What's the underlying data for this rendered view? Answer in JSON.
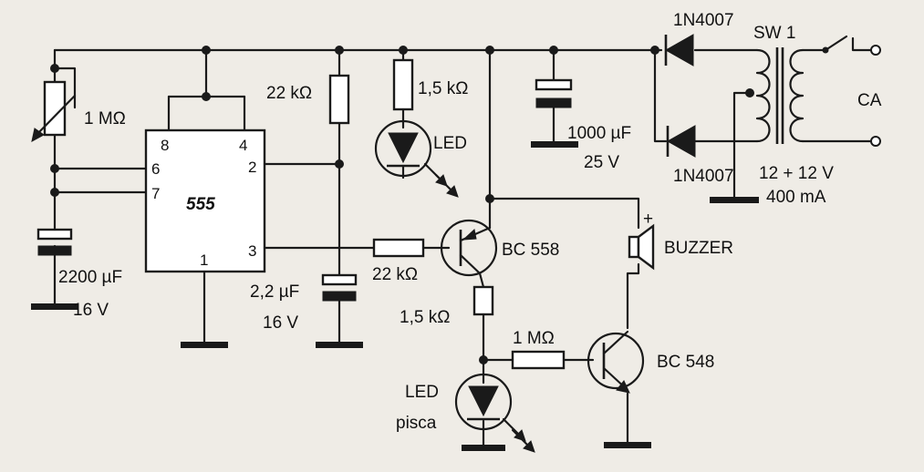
{
  "labels": {
    "r_pot": "1 MΩ",
    "r22k_top": "22 kΩ",
    "r15k_top": "1,5 kΩ",
    "led1": "LED",
    "c1000": "1000 µF",
    "c1000_v": "25 V",
    "d1": "1N4007",
    "d2": "1N4007",
    "sw": "SW 1",
    "ca": "CA",
    "trafo_v": "12 + 12 V",
    "trafo_a": "400 mA",
    "ic": "555",
    "c2200": "2200 µF",
    "c2200_v": "16 V",
    "c22": "2,2 µF",
    "c22_v": "16 V",
    "r22k_base": "22 kΩ",
    "q1": "BC 558",
    "buzzer": "BUZZER",
    "buzzer_plus": "+",
    "r15k_bot": "1,5 kΩ",
    "r1m_bot": "1 MΩ",
    "q2": "BC 548",
    "led2_a": "LED",
    "led2_b": "pisca"
  },
  "ic_pins": {
    "p8": "8",
    "p4": "4",
    "p6": "6",
    "p2": "2",
    "p7": "7",
    "p3": "3",
    "p1": "1"
  }
}
